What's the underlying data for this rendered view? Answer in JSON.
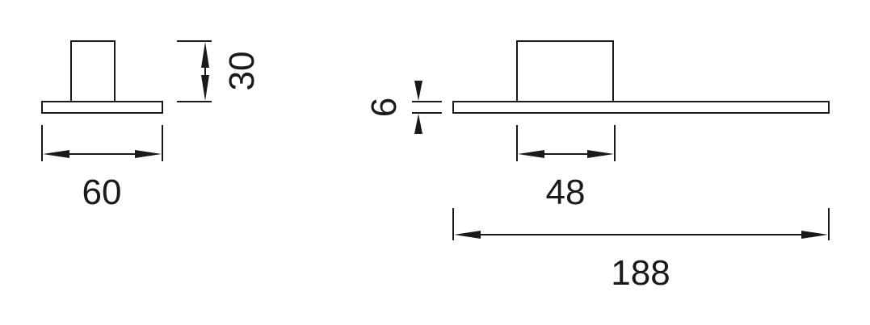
{
  "dimensions": {
    "side_width": "60",
    "side_height": "30",
    "thickness": "6",
    "block_width": "48",
    "total_length": "188"
  },
  "colors": {
    "line": "#1a1a1a",
    "background": "#ffffff"
  }
}
